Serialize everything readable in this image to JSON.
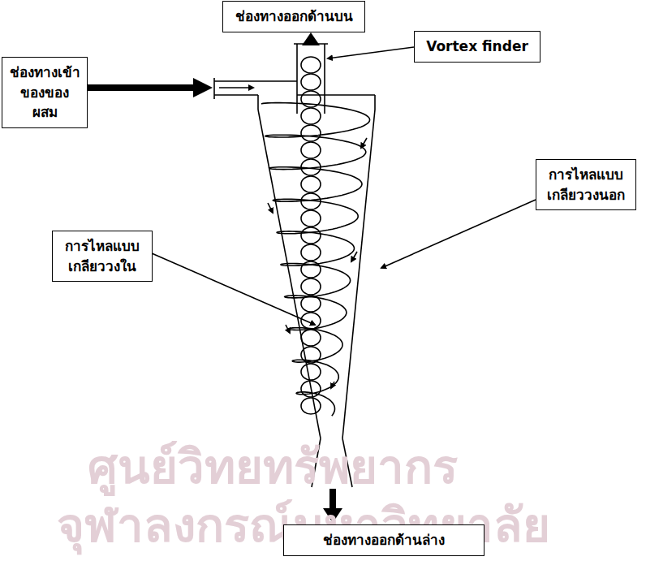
{
  "diagram": {
    "nodes": [
      {
        "text": [
          "ช่องทางออกด้านบน"
        ]
      },
      {
        "text": [
          "Vortex finder"
        ]
      },
      {
        "text": [
          "ช่องทางเข้า ของของผสม"
        ]
      },
      {
        "text": [
          "การไหลแบบ เกลียววงนอก"
        ]
      },
      {
        "text": [
          "การไหลแบบ เกลียววงใน"
        ]
      },
      {
        "text": [
          "ช่องทางออกด้านล่าง"
        ]
      }
    ],
    "labels": [
      "ศูนย์วิทยทรัพยากร",
      "จุฬาลงกรณ์มหาวิทยาลัย"
    ]
  }
}
